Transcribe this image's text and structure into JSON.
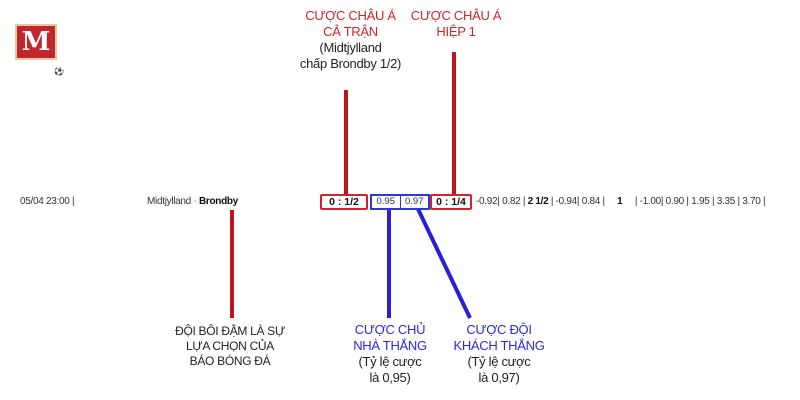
{
  "logo": {
    "letter": "M",
    "ball_icon": "⚽"
  },
  "match_row": {
    "datetime": "05/04  23:00",
    "home_team": "Midtjylland",
    "separator": " - ",
    "away_team": "Brondby",
    "asian_handicap_full": "0 : 1/2",
    "home_odds": "0.95",
    "away_odds": "0.97",
    "asian_handicap_half": "0 : 1/4",
    "half_odds_home": "-0.92",
    "half_odds_away": "0.82",
    "over_under_full": "2 1/2",
    "ou_full_over": "-0.94",
    "ou_full_under": "0.84",
    "over_under_half": "1",
    "ou_half_over": "-1.00",
    "ou_half_under": "0.90",
    "euro_home": "1.95",
    "euro_draw": "3.35",
    "euro_away": "3.70"
  },
  "annotations": {
    "full_match_ah": {
      "title_line1": "CƯỢC CHÂU Á",
      "title_line2": "CẢ TRẬN",
      "note_line1": "(Midtjylland",
      "note_line2": "chấp Brondby 1/2)"
    },
    "half_ah": {
      "title_line1": "CƯỢC CHÂU Á",
      "title_line2": "HIỆP 1"
    },
    "bold_team": {
      "line1": "ĐỘI BÔI ĐẬM  LÀ SỰ",
      "line2": "LỰA CHỌN CỦA",
      "line3": "BÁO BÓNG ĐÁ"
    },
    "home_win": {
      "title_line1": "CƯỢC CHỦ",
      "title_line2": "NHÀ THẮNG",
      "note_line1": "(Tỷ lệ cược",
      "note_line2": "là 0,95)"
    },
    "away_win": {
      "title_line1": "CƯỢC ĐỘI",
      "title_line2": "KHÁCH THẮNG",
      "note_line1": "(Tỷ lệ cược",
      "note_line2": "là 0,97)"
    }
  },
  "colors": {
    "red": "#d2232a",
    "blue": "#2a2ae0",
    "logo_bg": "#c0262d"
  }
}
